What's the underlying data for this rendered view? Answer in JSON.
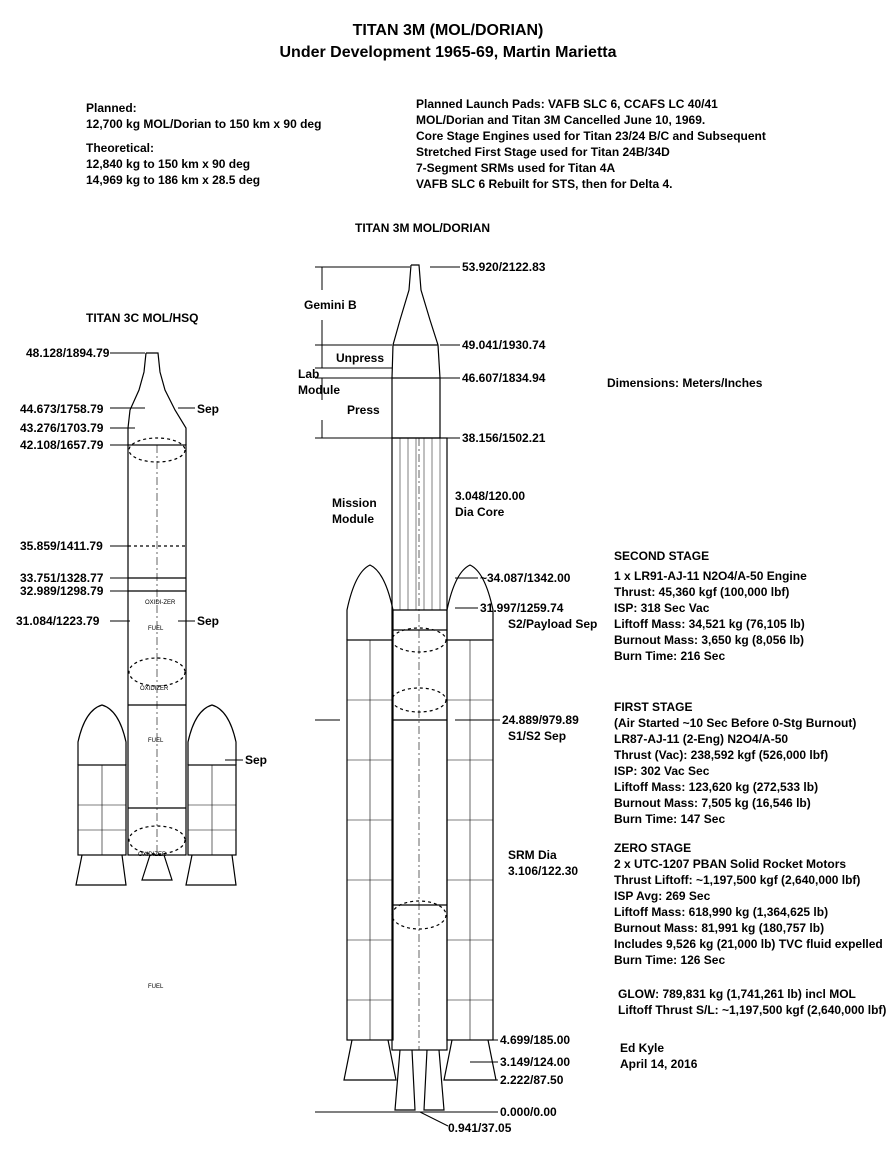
{
  "title": "TITAN 3M (MOL/DORIAN)",
  "subtitle": "Under Development 1965-69, Martin Marietta",
  "planned": {
    "heading": "Planned:",
    "lines": [
      "12,700 kg MOL/Dorian to 150 km x 90 deg"
    ]
  },
  "theoretical": {
    "heading": "Theoretical:",
    "lines": [
      "12,840 kg to 150 km x 90 deg",
      "14,969 kg to 186 km x 28.5 deg"
    ]
  },
  "notes": [
    "Planned Launch Pads:  VAFB SLC 6, CCAFS LC 40/41",
    "MOL/Dorian and Titan 3M Cancelled June 10, 1969.",
    "Core Stage Engines used for Titan 23/24 B/C and Subsequent",
    "Stretched First Stage used for Titan 24B/34D",
    "7-Segment SRMs used for Titan 4A",
    "VAFB SLC 6 Rebuilt for STS, then for Delta 4."
  ],
  "titan3m_label": "TITAN 3M MOL/DORIAN",
  "titan3c_label": "TITAN 3C MOL/HSQ",
  "dimensions_note": "Dimensions:    Meters/Inches",
  "titan3c_stations": [
    "48.128/1894.79",
    "44.673/1758.79",
    "43.276/1703.79",
    "42.108/1657.79",
    "35.859/1411.79",
    "33.751/1328.77",
    "32.989/1298.79",
    "31.084/1223.79"
  ],
  "titan3c_sep": [
    "Sep",
    "Sep",
    "Sep"
  ],
  "titan3c_tank_labels": [
    "OXIDI-ZER",
    "FUEL",
    "OXIDIZER",
    "FUEL",
    "OXIDIZER",
    "FUEL"
  ],
  "titan3m_stations": [
    "53.920/2122.83",
    "49.041/1930.74",
    "46.607/1834.94",
    "38.156/1502.21",
    "~34.087/1342.00",
    "31.997/1259.74",
    "24.889/979.89",
    "4.699/185.00",
    "3.149/124.00",
    "2.222/87.50",
    "0.000/0.00",
    "0.941/37.05"
  ],
  "titan3m_annotations": {
    "gemini": "Gemini B",
    "unpress": "Unpress",
    "lab_module": [
      "Lab",
      "Module"
    ],
    "press": "Press",
    "mission_module": [
      "Mission",
      "Module"
    ],
    "core_dia": [
      "3.048/120.00",
      "Dia Core"
    ],
    "s2_sep": "S2/Payload Sep",
    "s1_sep": "S1/S2 Sep",
    "srm_dia": [
      "SRM Dia",
      "3.106/122.30"
    ]
  },
  "second_stage": {
    "heading": "SECOND STAGE",
    "lines": [
      "1 x LR91-AJ-11 N2O4/A-50 Engine",
      "Thrust:  45,360 kgf (100,000 lbf)",
      "ISP:  318 Sec Vac",
      "Liftoff Mass:  34,521 kg (76,105 lb)",
      "Burnout Mass:  3,650 kg (8,056 lb)",
      "Burn Time:  216 Sec"
    ]
  },
  "first_stage": {
    "heading": "FIRST STAGE",
    "lines": [
      "(Air Started ~10 Sec Before 0-Stg Burnout)",
      "LR87-AJ-11 (2-Eng) N2O4/A-50",
      "Thrust (Vac):  238,592 kgf (526,000 lbf)",
      "ISP:  302 Vac Sec",
      "Liftoff Mass:  123,620 kg (272,533 lb)",
      "Burnout Mass:  7,505 kg (16,546 lb)",
      "Burn Time:    147  Sec"
    ]
  },
  "zero_stage": {
    "heading": "ZERO STAGE",
    "lines": [
      "2 x UTC-1207 PBAN Solid Rocket Motors",
      "Thrust Liftoff: ~1,197,500 kgf (2,640,000 lbf)",
      "ISP Avg:  269 Sec",
      "Liftoff Mass:  618,990 kg (1,364,625 lb)",
      "Burnout Mass:  81,991 kg (180,757 lb)",
      "Includes  9,526 kg (21,000 lb)  TVC fluid expelled",
      "Burn Time:  126 Sec"
    ]
  },
  "totals": [
    "GLOW:   789,831 kg (1,741,261 lb) incl MOL",
    "Liftoff Thrust S/L:  ~1,197,500 kgf (2,640,000 lbf)"
  ],
  "author": "Ed Kyle",
  "date": "April 14, 2016"
}
